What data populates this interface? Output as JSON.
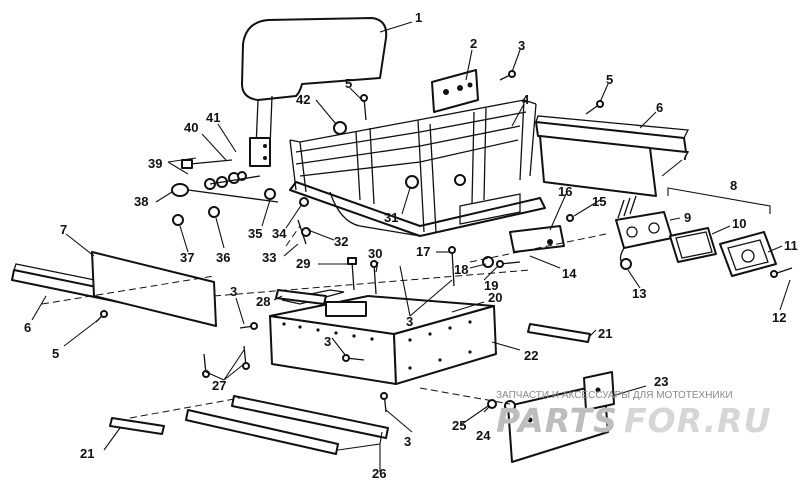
{
  "callouts": [
    "1",
    "2",
    "3",
    "4",
    "5",
    "6",
    "7",
    "8",
    "9",
    "10",
    "11",
    "12",
    "13",
    "14",
    "15",
    "16",
    "17",
    "18",
    "19",
    "20",
    "21",
    "22",
    "23",
    "24",
    "25",
    "26",
    "27",
    "28",
    "29",
    "30",
    "31",
    "32",
    "33",
    "34",
    "35",
    "36",
    "37",
    "38",
    "39",
    "40",
    "41",
    "42"
  ],
  "watermark": {
    "caption": "ЗАПЧАСТИ И АКСЕССУАРЫ ДЛЯ МОТОТЕХНИКИ",
    "brand_left": "PARTS",
    "brand_right": "FOR.RU"
  },
  "colors": {
    "line": "#111111",
    "background": "#ffffff",
    "watermark": "#bdbdbd"
  }
}
